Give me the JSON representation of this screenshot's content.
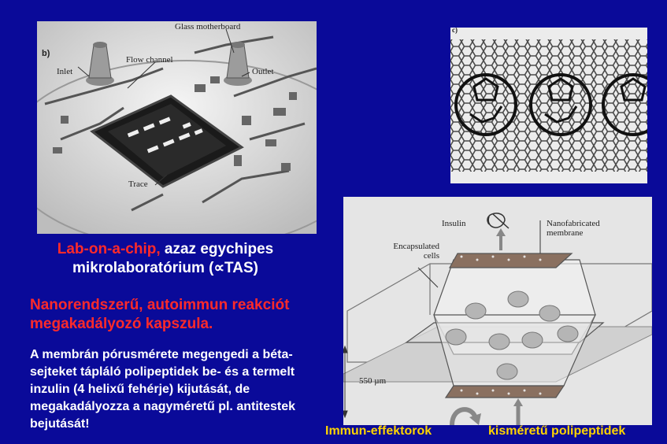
{
  "chip_image": {
    "panel_label": "b)",
    "labels": {
      "glass_motherboard": "Glass motherboard",
      "inlet": "Inlet",
      "flow_channel": "Flow channel",
      "outlet": "Outlet",
      "trace": "Trace"
    }
  },
  "nanotube_image": {
    "panel_label": "c)"
  },
  "capsule_image": {
    "labels": {
      "insulin": "Insulin",
      "membrane": "Nanofabricated membrane",
      "encapsulated_cells": "Encapsulated cells",
      "scale": "550 µm"
    }
  },
  "text": {
    "lab_on_chip_red": "Lab-on-a-chip,",
    "lab_on_chip_rest": " azaz egychipes",
    "lab_on_chip_line2": "mikrolaboratórium (∝TAS)",
    "nano_heading": "Nanorendszerű, autoimmun reakciót megakadályozó kapszula.",
    "membrane_text": "A membrán pórusmérete megengedi a béta-sejteket tápláló polipeptidek be- és a termelt inzulin (4 helixű fehérje) kijutását, de megakadályozza a nagyméretű pl. antitestek bejutását!",
    "immune": "Immun-effektorok",
    "small_peptides": "kisméretű polipeptidek"
  }
}
